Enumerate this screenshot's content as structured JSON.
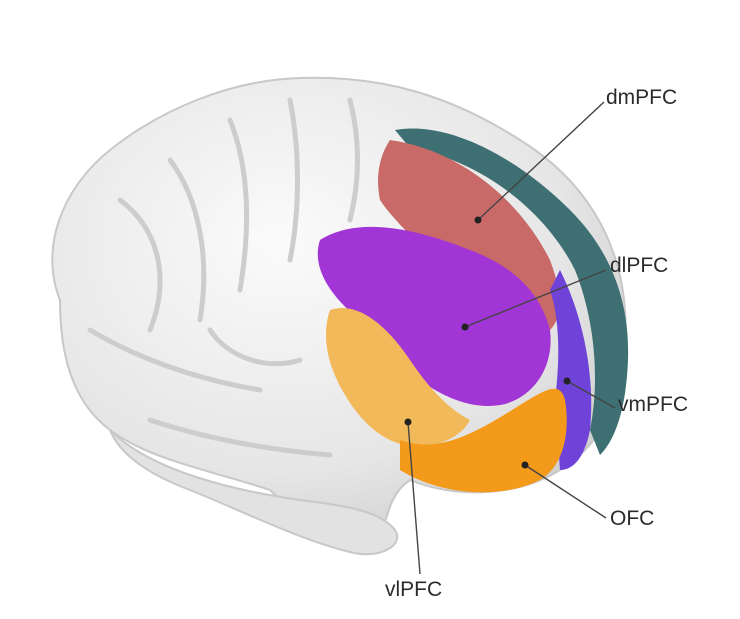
{
  "labels": {
    "dmpfc": "dmPFC",
    "dlpfc": "dlPFC",
    "vmpfc": "vmPFC",
    "ofc": "OFC",
    "vlpfc": "vlPFC"
  },
  "colors": {
    "cortex": "#e9e9e9",
    "dmpfc": "#c96a68",
    "dlpfc": "#a235d6",
    "vmpfc": "#6f43d8",
    "ofc": "#f39a1a",
    "vlpfc": "#f2b95a",
    "medial_band": "#3e6f72",
    "leader": "#444444"
  }
}
